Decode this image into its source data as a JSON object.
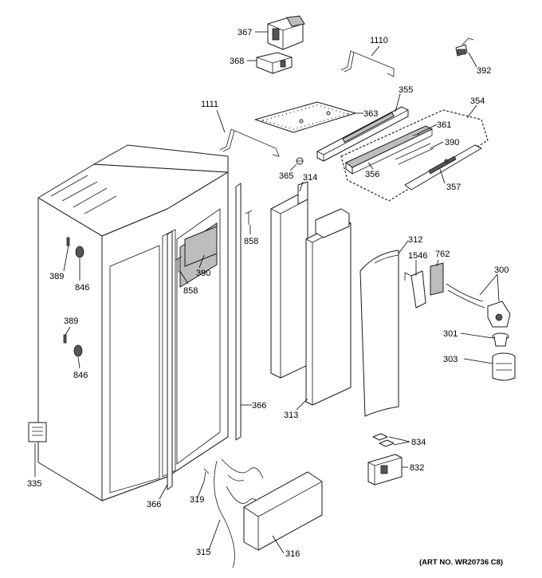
{
  "diagram": {
    "art_number": "(ART NO. WR20736 C8)",
    "callouts": {
      "p367": "367",
      "p368": "368",
      "p1110": "1110",
      "p392": "392",
      "p1111": "1111",
      "p363": "363",
      "p355": "355",
      "p354": "354",
      "p361": "361",
      "p390a": "390",
      "p365": "365",
      "p314": "314",
      "p356": "356",
      "p357": "357",
      "p858a": "858",
      "p389a": "389",
      "p846a": "846",
      "p390b": "390",
      "p858b": "858",
      "p312": "312",
      "p1546": "1546",
      "p762": "762",
      "p300": "300",
      "p389b": "389",
      "p846b": "846",
      "p301": "301",
      "p303": "303",
      "p366a": "366",
      "p313": "313",
      "p834": "834",
      "p832": "832",
      "p335": "335",
      "p366b": "366",
      "p319": "319",
      "p315": "315",
      "p316": "316"
    }
  }
}
